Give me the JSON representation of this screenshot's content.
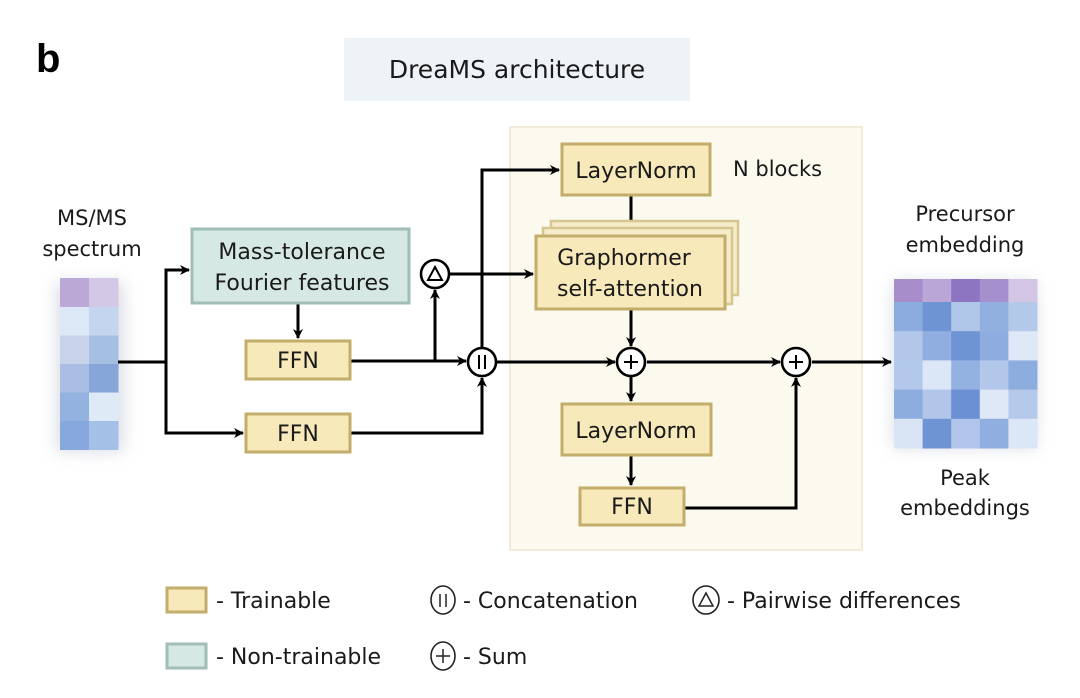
{
  "figure": {
    "panel_letter": "b",
    "title": "DreaMS architecture",
    "colors": {
      "trainable_fill": "#f8e9bb",
      "trainable_border": "#c2ad6b",
      "nontrainable_fill": "#d5e8e3",
      "nontrainable_border": "#a1bdb7",
      "nblocks_panel_fill": "#fcf9ee",
      "title_bg": "#eef3f8"
    }
  },
  "input": {
    "label_line1": "MS/MS",
    "label_line2": "spectrum",
    "matrix": {
      "cols": 2,
      "rows": [
        [
          "#bca8d6",
          "#d3c8e6"
        ],
        [
          "#dce8f5",
          "#c4d6ef"
        ],
        [
          "#c7d3ea",
          "#a5bfe3"
        ],
        [
          "#a9bee2",
          "#86a6da"
        ],
        [
          "#94b2df",
          "#deebf7"
        ],
        [
          "#86a8dc",
          "#a4c0e6"
        ]
      ]
    }
  },
  "nodes": {
    "fourier": {
      "line1": "Mass-tolerance",
      "line2": "Fourier features",
      "kind": "non-trainable"
    },
    "ffn_top": {
      "label": "FFN",
      "kind": "trainable"
    },
    "ffn_bottom": {
      "label": "FFN",
      "kind": "trainable"
    },
    "layernorm_1": {
      "label": "LayerNorm",
      "kind": "trainable"
    },
    "graphormer": {
      "line1": "Graphormer",
      "line2": "self-attention",
      "kind": "trainable"
    },
    "layernorm_2": {
      "label": "LayerNorm",
      "kind": "trainable"
    },
    "ffn_block": {
      "label": "FFN",
      "kind": "trainable"
    }
  },
  "operators": {
    "pairwise_diff": "pairwise-differences",
    "concat": "concatenation",
    "sum_1": "sum",
    "sum_2": "sum"
  },
  "blocks_label": "N blocks",
  "output": {
    "top_line1": "Precursor",
    "top_line2": "embedding",
    "bottom_line1": "Peak",
    "bottom_line2": "embeddings",
    "matrix": {
      "cols": 5,
      "rows": [
        [
          "#a88dcb",
          "#bba6d8",
          "#8e75c2",
          "#a68fcd",
          "#d2c6e4"
        ],
        [
          "#8cacdf",
          "#6f94d4",
          "#afc6e8",
          "#91afdf",
          "#b4c9ea"
        ],
        [
          "#b2c7e9",
          "#90afe0",
          "#6f94d4",
          "#8eacdf",
          "#dfe8f7"
        ],
        [
          "#b3c8ea",
          "#dbe6f6",
          "#94b2e1",
          "#b3c7ea",
          "#8eaddf"
        ],
        [
          "#8eaddf",
          "#b1c6e9",
          "#6b90d3",
          "#dee8f7",
          "#b5caea"
        ],
        [
          "#d9e5f5",
          "#6f94d4",
          "#b0c5e9",
          "#90aedf",
          "#dbe6f6"
        ]
      ]
    }
  },
  "legend": {
    "trainable": "- Trainable",
    "non_trainable": "- Non-trainable",
    "concatenation": "- Concatenation",
    "sum": "- Sum",
    "pairwise": "- Pairwise differences"
  }
}
